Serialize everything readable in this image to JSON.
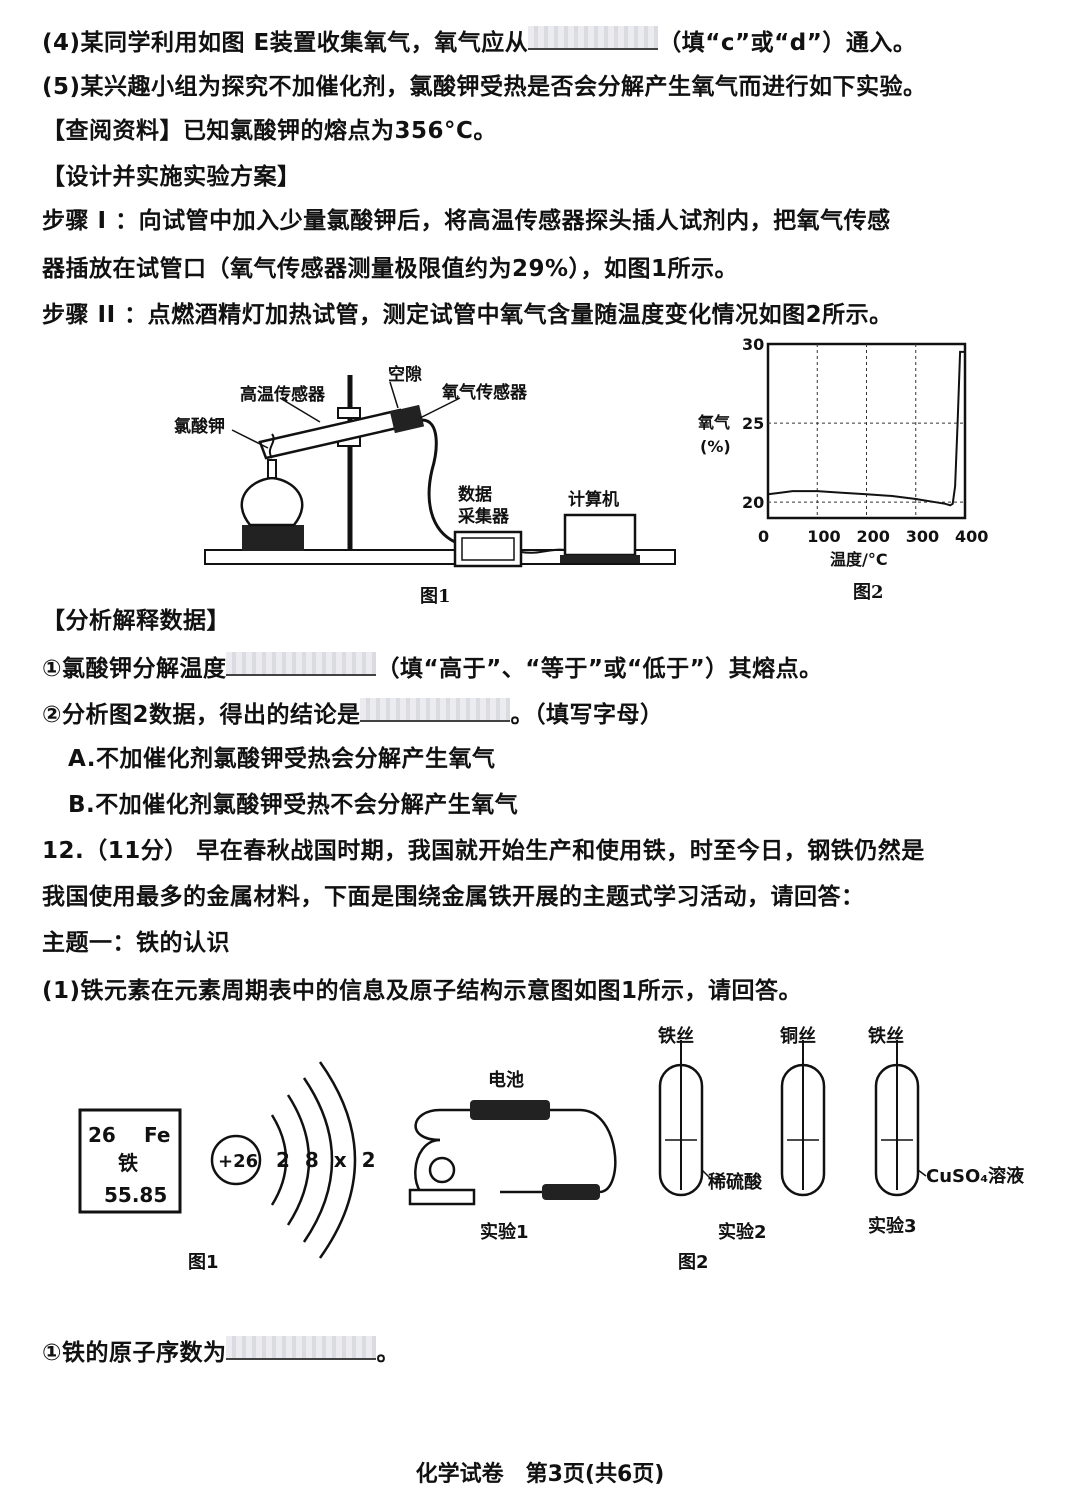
{
  "q4": {
    "pre": "(4)某同学利用如图 E装置收集氧气，氧气应从",
    "post": "（填“c”或“d”）通入。"
  },
  "q5": "(5)某兴趣小组为探究不加催化剂，氯酸钾受热是否会分解产生氧气而进行如下实验。",
  "info_header": "【查阅资料】已知氯酸钾的熔点为356°C。",
  "design_header": "【设计并实施实验方案】",
  "step1_line1": "步骤 I ：向试管中加入少量氯酸钾后，将高温传感器探头插人试剂内，把氧气传感",
  "step1_line2": "器插放在试管口（氧气传感器测量极限值约为29%），如图1所示。",
  "step2": "步骤 II ：点燃酒精灯加热试管，测定试管中氧气含量随温度变化情况如图2所示。",
  "fig1_labels": {
    "high_temp_sensor": "高温传感器",
    "gap": "空隙",
    "oxygen_sensor": "氧气传感器",
    "kclo3": "氯酸钾",
    "data_collector_1": "数据",
    "data_collector_2": "采集器",
    "computer": "计算机",
    "caption": "图1"
  },
  "chart_data": {
    "type": "line",
    "x": [
      0,
      25,
      50,
      100,
      150,
      200,
      250,
      300,
      340,
      360,
      370,
      375,
      380,
      385,
      390,
      400
    ],
    "series": [
      {
        "values": [
          20.5,
          20.6,
          20.7,
          20.7,
          20.6,
          20.5,
          20.4,
          20.2,
          20.0,
          19.9,
          19.8,
          19.9,
          21,
          25,
          29.5,
          29.5
        ]
      }
    ],
    "ylabel_1": "氧气",
    "ylabel_2": "(%)",
    "xlabel": "温度/°C",
    "xlim": [
      0,
      400
    ],
    "ylim": [
      19,
      30
    ],
    "xticks": [
      "0",
      "100",
      "200",
      "300",
      "400"
    ],
    "yticks": [
      "20",
      "25",
      "30"
    ],
    "grid": true,
    "caption": "图2"
  },
  "analysis_header": "【分析解释数据】",
  "a1": {
    "pre": "①氯酸钾分解温度",
    "post": "（填“高于”、“等于”或“低于”）其熔点。"
  },
  "a2": {
    "pre": "②分析图2数据，得出的结论是",
    "post": "。（填写字母）"
  },
  "optA": "A.不加催化剂氯酸钾受热会分解产生氧气",
  "optB": "B.不加催化剂氯酸钾受热不会分解产生氧气",
  "q12_line1": "12.（11分） 早在春秋战国时期，我国就开始生产和使用铁，时至今日，钢铁仍然是",
  "q12_line2": "我国使用最多的金属材料，下面是围绕金属铁开展的主题式学习活动，请回答：",
  "topic1": "主题一：铁的认识",
  "t1_q1": "(1)铁元素在元素周期表中的信息及原子结构示意图如图1所示，请回答。",
  "element": {
    "number": "26",
    "symbol": "Fe",
    "name": "铁",
    "mass": "55.85"
  },
  "atom": {
    "nucleus": "+26",
    "shells": "2 8 x 2"
  },
  "exp1": {
    "battery": "电池",
    "caption": "实验1"
  },
  "exp2": {
    "wire1": "铁丝",
    "wire2": "铜丝",
    "wire3": "铁丝",
    "acid": "稀硫酸",
    "cuso4": "CuSO₄溶液",
    "caption2": "实验2",
    "caption3": "实验3"
  },
  "fig_captions": {
    "left": "图1",
    "right": "图2"
  },
  "a_final": {
    "pre": "①铁的原子序数为",
    "post": "。"
  },
  "footer": "化学试卷　第3页(共6页)"
}
